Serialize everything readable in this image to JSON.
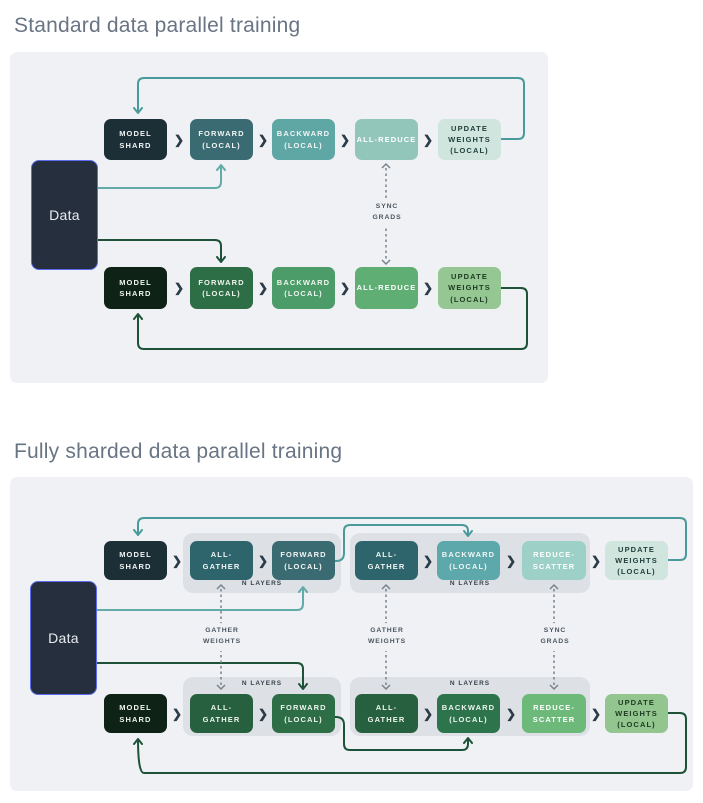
{
  "sections": [
    {
      "title": "Standard data parallel training",
      "data_box": {
        "label": "Data",
        "bg": "#252f3d",
        "border": "#5b6cee"
      },
      "row_top": {
        "theme": "teal",
        "boxes": [
          {
            "label": "MODEL\nSHARD",
            "bg": "#1c2e36",
            "fg": "#f2f5f5"
          },
          {
            "label": "FORWARD\n(LOCAL)",
            "bg": "#3b6b72",
            "fg": "#f2f5f5"
          },
          {
            "label": "BACKWARD\n(LOCAL)",
            "bg": "#5fa7a5",
            "fg": "#f2f5f5"
          },
          {
            "label": "ALL-REDUCE",
            "bg": "#92c6ba",
            "fg": "#ffffff"
          },
          {
            "label": "UPDATE\nWEIGHTS\n(LOCAL)",
            "bg": "#cfe5dd",
            "fg": "#22403d"
          }
        ]
      },
      "row_bottom": {
        "theme": "green",
        "boxes": [
          {
            "label": "MODEL\nSHARD",
            "bg": "#0e2315",
            "fg": "#eff5ef"
          },
          {
            "label": "FORWARD\n(LOCAL)",
            "bg": "#2d6e46",
            "fg": "#eff5ef"
          },
          {
            "label": "BACKWARD\n(LOCAL)",
            "bg": "#4b9c68",
            "fg": "#eff5ef"
          },
          {
            "label": "ALL-REDUCE",
            "bg": "#5fae73",
            "fg": "#ffffff"
          },
          {
            "label": "UPDATE\nWEIGHTS\n(LOCAL)",
            "bg": "#95c792",
            "fg": "#1e3a22"
          }
        ]
      },
      "annotations": [
        {
          "label": "SYNC\nGRADS"
        }
      ]
    },
    {
      "title": "Fully sharded data parallel training",
      "data_box": {
        "label": "Data",
        "bg": "#252f3d",
        "border": "#5b6cee"
      },
      "group_label": "N LAYERS",
      "row_top": {
        "theme": "teal",
        "boxes": [
          {
            "label": "MODEL\nSHARD",
            "bg": "#1c2e36",
            "fg": "#f2f5f5"
          },
          {
            "label": "ALL-\nGATHER",
            "bg": "#2e656c",
            "fg": "#f2f5f5"
          },
          {
            "label": "FORWARD\n(LOCAL)",
            "bg": "#3b6b72",
            "fg": "#f2f5f5"
          },
          {
            "label": "ALL-\nGATHER",
            "bg": "#2e656c",
            "fg": "#f2f5f5"
          },
          {
            "label": "BACKWARD\n(LOCAL)",
            "bg": "#5ca8ab",
            "fg": "#f2f5f5"
          },
          {
            "label": "REDUCE-\nSCATTER",
            "bg": "#9dd0c6",
            "fg": "#ffffff"
          },
          {
            "label": "UPDATE\nWEIGHTS\n(LOCAL)",
            "bg": "#cfe5dd",
            "fg": "#22403d"
          }
        ]
      },
      "row_bottom": {
        "theme": "green",
        "boxes": [
          {
            "label": "MODEL\nSHARD",
            "bg": "#0e2315",
            "fg": "#eff5ef"
          },
          {
            "label": "ALL-\nGATHER",
            "bg": "#27603f",
            "fg": "#eff5ef"
          },
          {
            "label": "FORWARD\n(LOCAL)",
            "bg": "#2d6e46",
            "fg": "#eff5ef"
          },
          {
            "label": "ALL-\nGATHER",
            "bg": "#27603f",
            "fg": "#eff5ef"
          },
          {
            "label": "BACKWARD\n(LOCAL)",
            "bg": "#2d744c",
            "fg": "#eff5ef"
          },
          {
            "label": "REDUCE-\nSCATTER",
            "bg": "#6db97a",
            "fg": "#ffffff"
          },
          {
            "label": "UPDATE\nWEIGHTS\n(LOCAL)",
            "bg": "#93c58f",
            "fg": "#1e3a22"
          }
        ]
      },
      "annotations": [
        {
          "label": "GATHER\nWEIGHTS"
        },
        {
          "label": "GATHER\nWEIGHTS"
        },
        {
          "label": "SYNC\nGRADS"
        }
      ]
    }
  ],
  "glyphs": {
    "chevron": "❯"
  },
  "colors": {
    "page_bg": "#ffffff",
    "panel_bg": "#eff1f4",
    "group_bg": "#dde1e6",
    "title": "#697484",
    "chevron": "#2c3b48",
    "teal_arrow": "#4a9a9b",
    "teal_arrow_light": "#63aba8",
    "green_arrow": "#1e5238",
    "dashed_arrow": "#78828c",
    "annotation_text": "#4b5661",
    "data_border": "#5b6cee"
  }
}
